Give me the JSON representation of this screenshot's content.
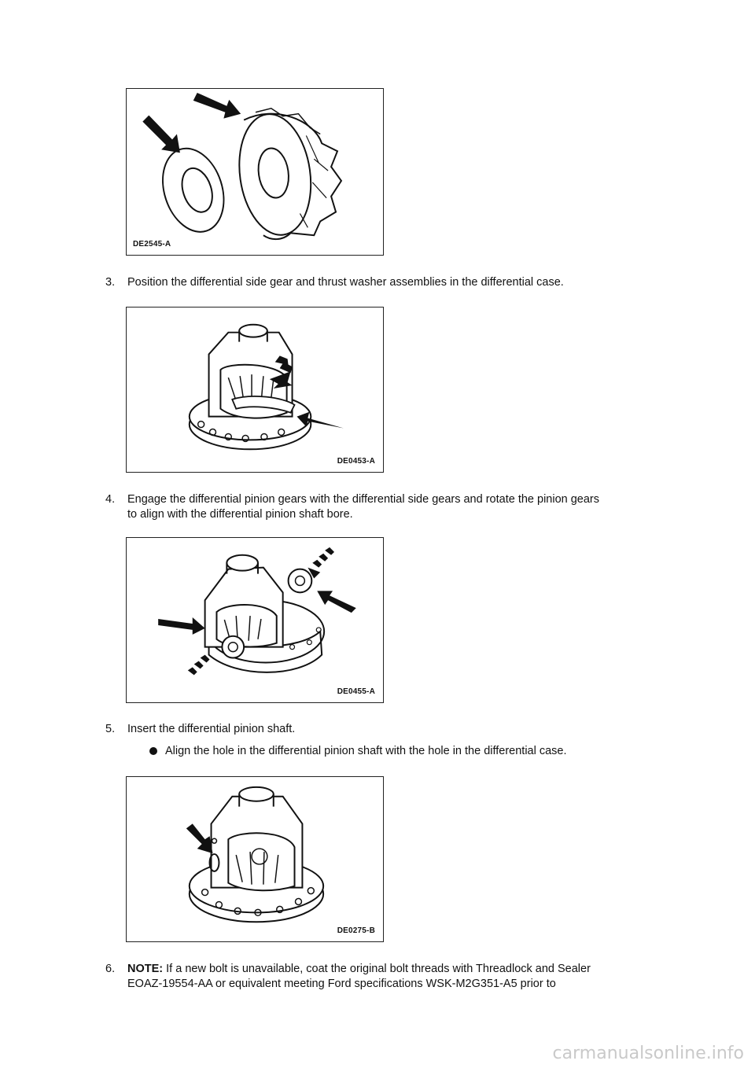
{
  "figures": [
    {
      "label": "DE2545-A"
    },
    {
      "label": "DE0453-A"
    },
    {
      "label": "DE0455-A"
    },
    {
      "label": "DE0275-B"
    }
  ],
  "steps": {
    "s3": {
      "num": "3.",
      "text": "Position the differential side gear and thrust washer assemblies in the differential case."
    },
    "s4": {
      "num": "4.",
      "line1": "Engage the differential pinion gears with the differential side gears and rotate the pinion gears",
      "line2": "to align with the differential pinion shaft bore."
    },
    "s5": {
      "num": "5.",
      "text": "Insert the differential pinion shaft.",
      "bullet": "Align the hole in the differential pinion shaft with the hole in the differential case."
    },
    "s6": {
      "num": "6.",
      "note_label": "NOTE:",
      "line1": " If a new bolt is unavailable, coat the original bolt threads with Threadlock and Sealer",
      "line2": "EOAZ-19554-AA or equivalent meeting Ford specifications WSK-M2G351-A5 prior to"
    }
  },
  "watermark": "carmanualsonline.info"
}
